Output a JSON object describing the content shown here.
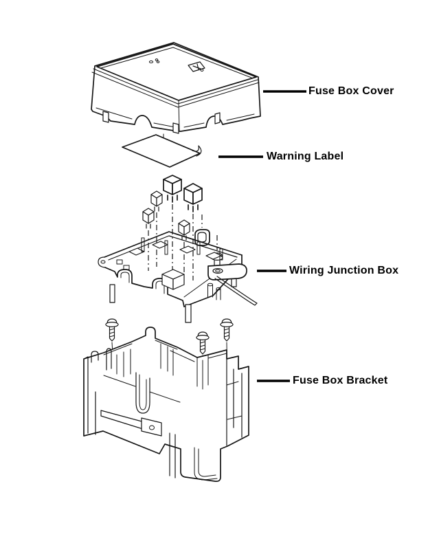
{
  "colors": {
    "ink": "#151515",
    "background": "#ffffff",
    "leader_line": "#000000"
  },
  "diagram": {
    "type": "exploded-parts-line-drawing",
    "labels": [
      {
        "id": "fuse-box-cover",
        "text": "Fuse Box Cover"
      },
      {
        "id": "warning-label",
        "text": "Warning Label"
      },
      {
        "id": "wiring-junction-box",
        "text": "Wiring Junction Box"
      },
      {
        "id": "fuse-box-bracket",
        "text": "Fuse Box Bracket"
      }
    ]
  }
}
